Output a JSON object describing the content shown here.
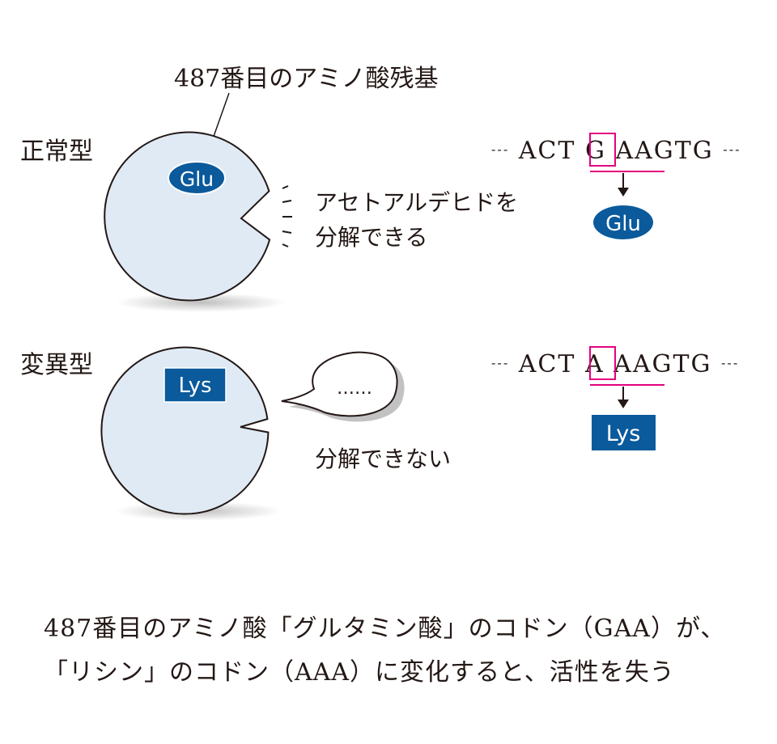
{
  "colors": {
    "enzyme_fill": "#dfeaf5",
    "enzyme_stroke": "#231815",
    "residue_fill": "#0a5a9c",
    "highlight": "#e4007f",
    "text": "#231815"
  },
  "top_label": "487番目のアミノ酸残基",
  "normal": {
    "label": "正常型",
    "residue": "Glu",
    "action_line1": "アセトアルデヒドを",
    "action_line2": "分解できる",
    "seq_prefix": "---",
    "seq_before": "ACT",
    "seq_mut": "G",
    "seq_after": "AAGTG",
    "seq_suffix": "---",
    "result": "Glu"
  },
  "mutant": {
    "label": "変異型",
    "residue": "Lys",
    "bubble_text": "……",
    "action": "分解できない",
    "seq_prefix": "---",
    "seq_before": "ACT",
    "seq_mut": "A",
    "seq_after": "AAGTG",
    "seq_suffix": "---",
    "result": "Lys"
  },
  "caption_line1": "487番目のアミノ酸「グルタミン酸」のコドン（GAA）が、",
  "caption_line2": "「リシン」のコドン（AAA）に変化すると、活性を失う"
}
